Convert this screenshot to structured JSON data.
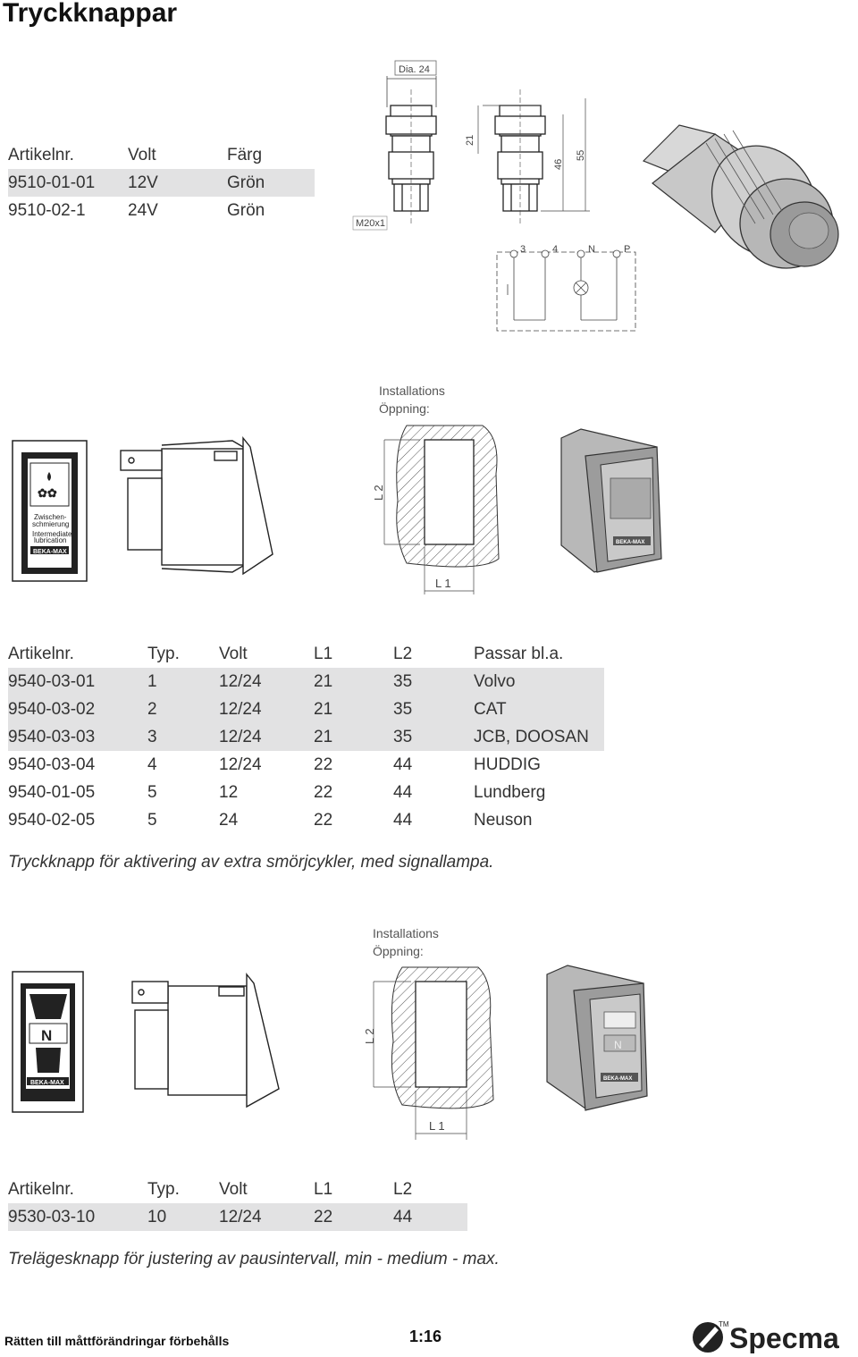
{
  "page_title": "Tryckknappar",
  "table1": {
    "headers": [
      "Artikelnr.",
      "Volt",
      "Färg"
    ],
    "rows": [
      [
        "9510-01-01",
        "12V",
        "Grön"
      ],
      [
        "9510-02-1",
        "24V",
        "Grön"
      ]
    ]
  },
  "drawing1": {
    "dia_label": "Dia. 24",
    "thread_label": "M20x1",
    "dim_21": "21",
    "dim_46": "46",
    "dim_55": "55",
    "terminal_labels": [
      "3",
      "4",
      "N",
      "P"
    ]
  },
  "section2": {
    "install_line1": "Installations",
    "install_line2": "Öppning:",
    "l1_label": "L 1",
    "l2_label": "L 2",
    "switch_text_de_1": "Zwischen-",
    "switch_text_de_2": "schmierung",
    "switch_text_en_1": "Intermediate",
    "switch_text_en_2": "lubrication",
    "brand_badge": "BEKA-MAX"
  },
  "table2": {
    "headers": [
      "Artikelnr.",
      "Typ.",
      "Volt",
      "L1",
      "L2",
      "Passar bl.a."
    ],
    "rows": [
      [
        "9540-03-01",
        "1",
        "12/24",
        "21",
        "35",
        "Volvo"
      ],
      [
        "9540-03-02",
        "2",
        "12/24",
        "21",
        "35",
        "CAT"
      ],
      [
        "9540-03-03",
        "3",
        "12/24",
        "21",
        "35",
        "JCB, DOOSAN"
      ],
      [
        "9540-03-04",
        "4",
        "12/24",
        "22",
        "44",
        "HUDDIG"
      ],
      [
        "9540-01-05",
        "5",
        "12",
        "22",
        "44",
        "Lundberg"
      ],
      [
        "9540-02-05",
        "5",
        "24",
        "22",
        "44",
        "Neuson"
      ]
    ],
    "caption": "Tryckknapp för aktivering av extra smörjcykler, med signallampa."
  },
  "section3": {
    "install_line1": "Installations",
    "install_line2": "Öppning:",
    "l1_label": "L 1",
    "l2_label": "L 2",
    "switch_letter": "N",
    "brand_badge": "BEKA-MAX"
  },
  "table3": {
    "headers": [
      "Artikelnr.",
      "Typ.",
      "Volt",
      "L1",
      "L2"
    ],
    "rows": [
      [
        "9530-03-10",
        "10",
        "12/24",
        "22",
        "44"
      ]
    ],
    "caption": "Trelägesknapp för justering av pausintervall, min - medium - max."
  },
  "footer": {
    "disclaimer": "Rätten till måttförändringar förbehålls",
    "page": "1:16",
    "logo_text": "Specma",
    "logo_tm": "TM"
  },
  "colors": {
    "row_shade": "#e2e2e3",
    "text": "#333333",
    "line": "#222222"
  }
}
